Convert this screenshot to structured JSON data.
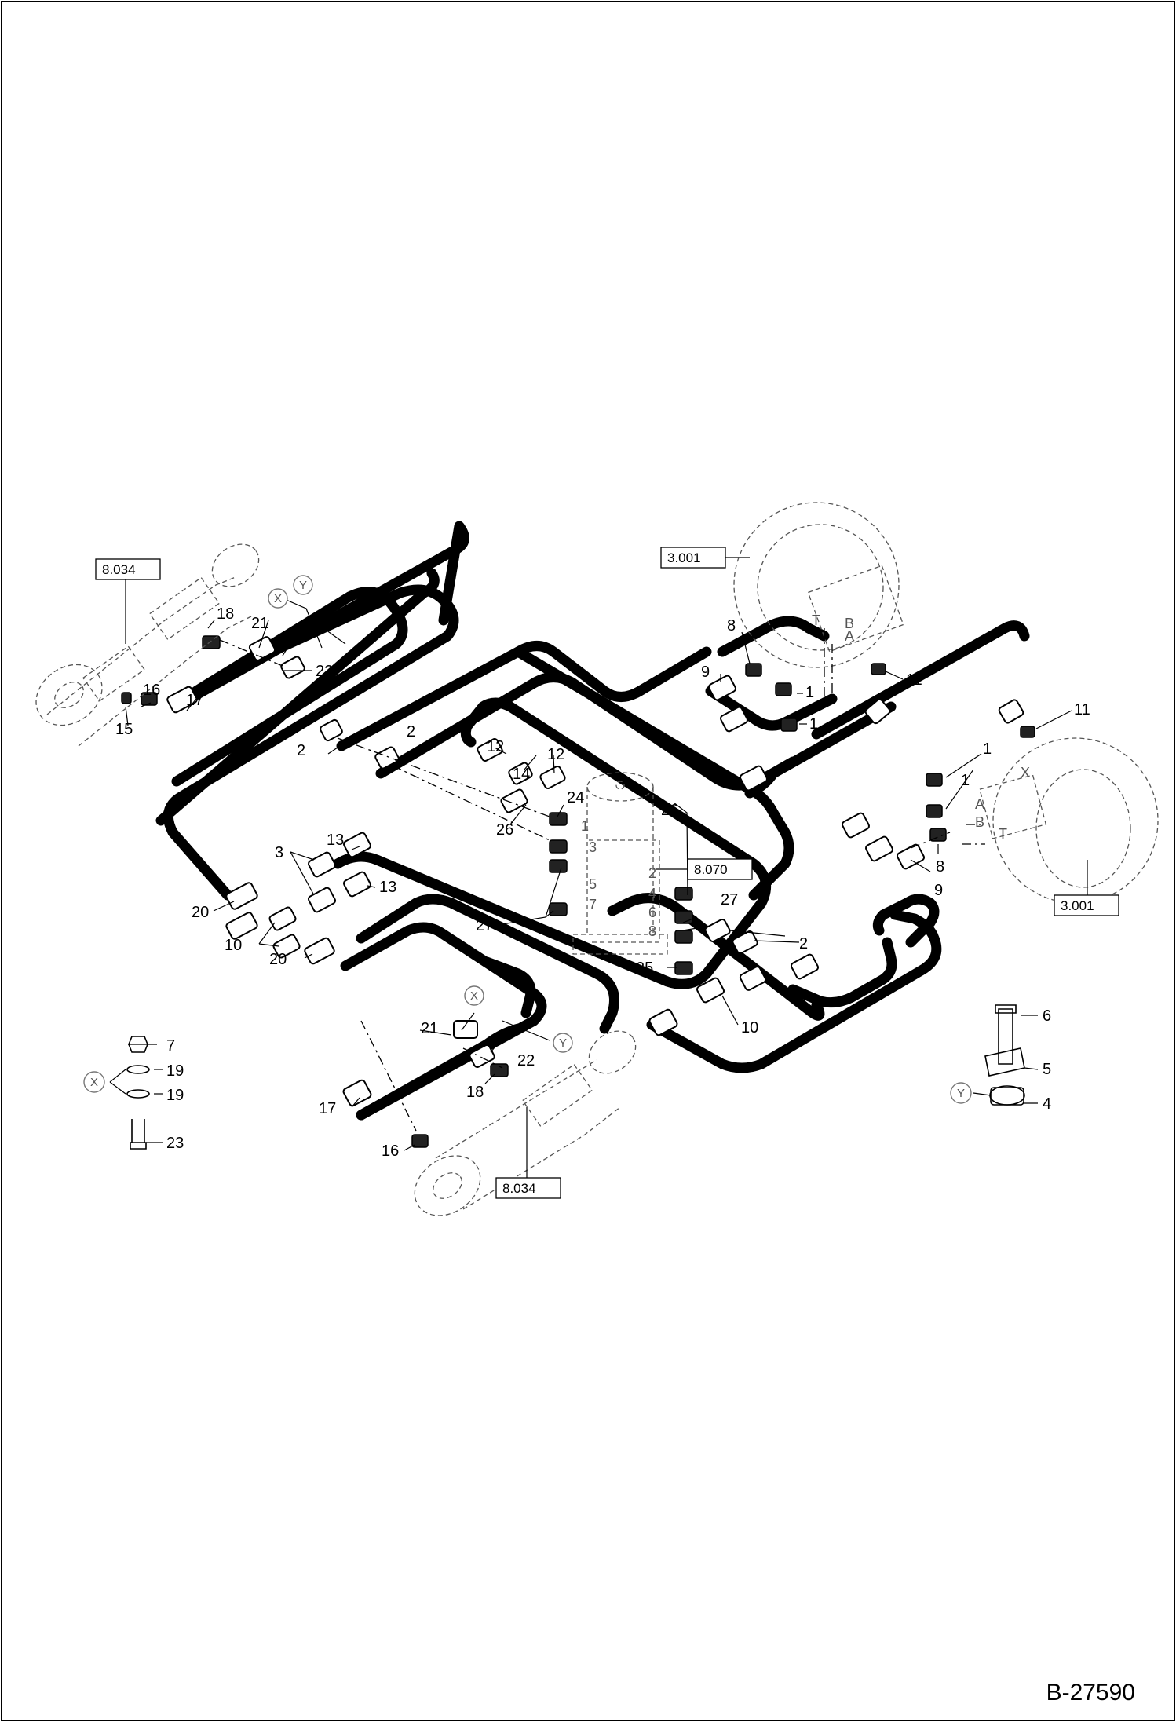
{
  "drawing_number": "B-27590",
  "ref_boxes": {
    "cyl_top": "8.034",
    "cyl_bottom": "8.034",
    "motor_top": "3.001",
    "motor_right": "3.001",
    "swivel": "8.070"
  },
  "circle_refs": {
    "x_top": "X",
    "y_top": "Y",
    "x_mid": "X",
    "y_mid": "Y",
    "x_legend": "X",
    "y_legend": "Y"
  },
  "swivel_ports_left": [
    "1",
    "3",
    "5",
    "7"
  ],
  "swivel_ports_right": [
    "2",
    "4",
    "6",
    "8"
  ],
  "motor_top_ports": [
    "T",
    "B",
    "A"
  ],
  "motor_right_ports": [
    "A",
    "T",
    "B",
    "X"
  ],
  "labels": {
    "l1a": "1",
    "l1b": "1",
    "l1c": "1",
    "l1d": "1",
    "l2a": "2",
    "l2b": "2",
    "l2c": "2",
    "l3": "3",
    "l4": "4",
    "l5": "5",
    "l6": "6",
    "l7": "7",
    "l8a": "8",
    "l8b": "8",
    "l9a": "9",
    "l9b": "9",
    "l10a": "10",
    "l10b": "10",
    "l11a": "11",
    "l11b": "11",
    "l12a": "12",
    "l12b": "12",
    "l13a": "13",
    "l13b": "13",
    "l14": "14",
    "l15": "15",
    "l16a": "16",
    "l16b": "16",
    "l17a": "17",
    "l17b": "17",
    "l18a": "18",
    "l18b": "18",
    "l19a": "19",
    "l19b": "19",
    "l20a": "20",
    "l20b": "20",
    "l21a": "21",
    "l21b": "21",
    "l22a": "22",
    "l22b": "22",
    "l23": "23",
    "l24": "24",
    "l25": "25",
    "l26a": "26",
    "l26b": "26",
    "l27a": "27",
    "l27b": "27"
  }
}
